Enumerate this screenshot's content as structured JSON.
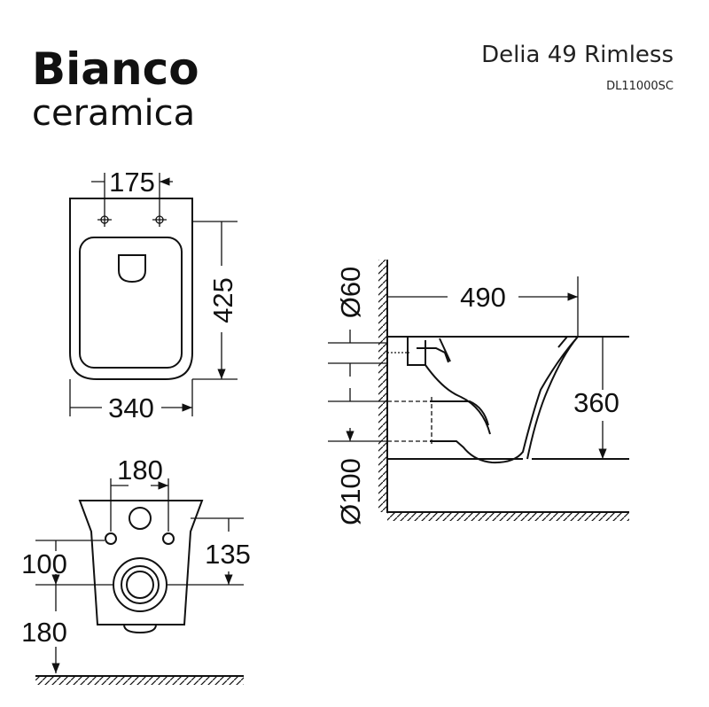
{
  "brand": {
    "line1": "Bianco",
    "line2": "ceramica"
  },
  "product": {
    "name": "Delia 49 Rimless",
    "code": "DL11000SC"
  },
  "top_view": {
    "width_holes": "175",
    "depth": "425",
    "width": "340"
  },
  "side_view": {
    "projection": "490",
    "height": "360",
    "inlet_diameter": "Ø60",
    "outlet_diameter": "Ø100"
  },
  "rear_view": {
    "bolt_spacing": "180",
    "bolt_to_outlet": "135",
    "bolt_offset": "100",
    "outlet_height": "180"
  }
}
